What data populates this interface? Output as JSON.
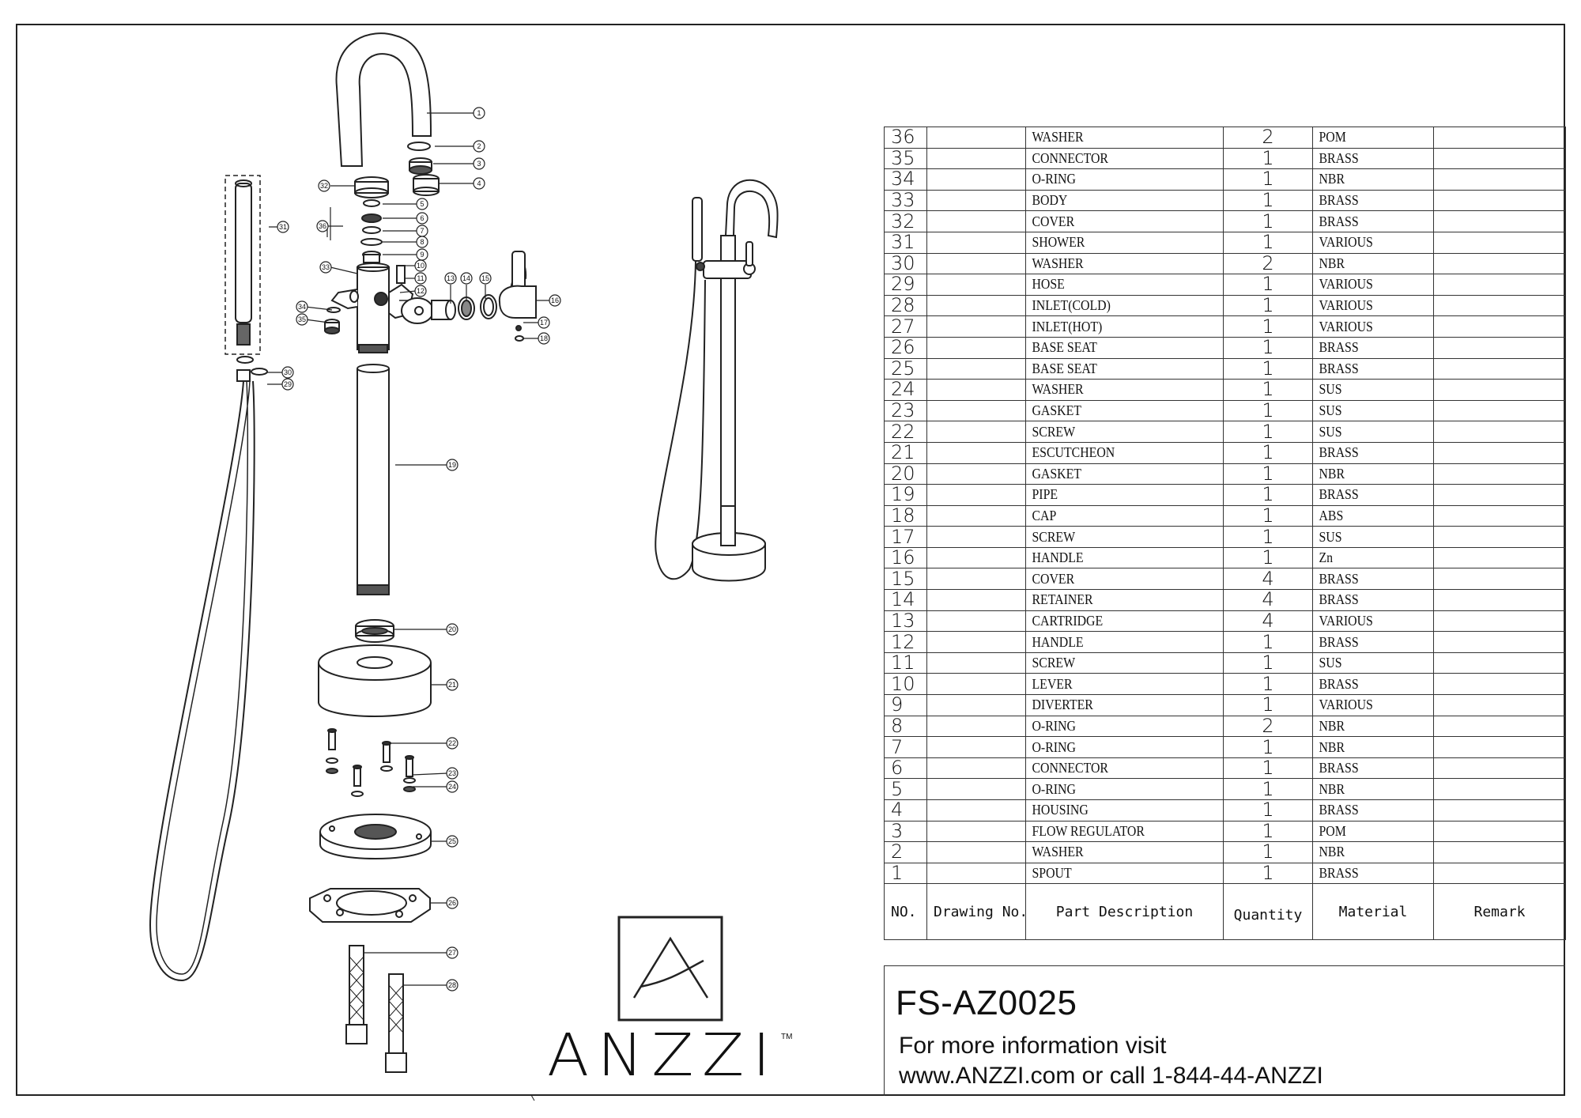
{
  "brand": {
    "name": "ANZZI",
    "trademark": "TM"
  },
  "title_block": {
    "model": "FS-AZ0025",
    "info_line1": "For more information visit",
    "info_line2": "www.ANZZI.com or call 1-844-44-ANZZI"
  },
  "table": {
    "headers": {
      "no": "NO.",
      "drawing_no": "Drawing No.",
      "part_description": "Part Description",
      "quantity": "Quantity",
      "material": "Material",
      "remark": "Remark"
    },
    "rows": [
      {
        "no": "36",
        "desc": "WASHER",
        "qty": "2",
        "material": "POM"
      },
      {
        "no": "35",
        "desc": "CONNECTOR",
        "qty": "1",
        "material": "BRASS"
      },
      {
        "no": "34",
        "desc": "O-RING",
        "qty": "1",
        "material": "NBR"
      },
      {
        "no": "33",
        "desc": "BODY",
        "qty": "1",
        "material": "BRASS"
      },
      {
        "no": "32",
        "desc": "COVER",
        "qty": "1",
        "material": "BRASS"
      },
      {
        "no": "31",
        "desc": "SHOWER",
        "qty": "1",
        "material": "VARIOUS"
      },
      {
        "no": "30",
        "desc": "WASHER",
        "qty": "2",
        "material": "NBR"
      },
      {
        "no": "29",
        "desc": "HOSE",
        "qty": "1",
        "material": "VARIOUS"
      },
      {
        "no": "28",
        "desc": "INLET(COLD)",
        "qty": "1",
        "material": "VARIOUS"
      },
      {
        "no": "27",
        "desc": "INLET(HOT)",
        "qty": "1",
        "material": "VARIOUS"
      },
      {
        "no": "26",
        "desc": "BASE SEAT",
        "qty": "1",
        "material": "BRASS"
      },
      {
        "no": "25",
        "desc": "BASE SEAT",
        "qty": "1",
        "material": "BRASS"
      },
      {
        "no": "24",
        "desc": "WASHER",
        "qty": "1",
        "material": "SUS"
      },
      {
        "no": "23",
        "desc": "GASKET",
        "qty": "1",
        "material": "SUS"
      },
      {
        "no": "22",
        "desc": "SCREW",
        "qty": "1",
        "material": "SUS"
      },
      {
        "no": "21",
        "desc": "ESCUTCHEON",
        "qty": "1",
        "material": "BRASS"
      },
      {
        "no": "20",
        "desc": "GASKET",
        "qty": "1",
        "material": "NBR"
      },
      {
        "no": "19",
        "desc": "PIPE",
        "qty": "1",
        "material": "BRASS"
      },
      {
        "no": "18",
        "desc": "CAP",
        "qty": "1",
        "material": "ABS"
      },
      {
        "no": "17",
        "desc": "SCREW",
        "qty": "1",
        "material": "SUS"
      },
      {
        "no": "16",
        "desc": "HANDLE",
        "qty": "1",
        "material": "Zn"
      },
      {
        "no": "15",
        "desc": "COVER",
        "qty": "4",
        "material": "BRASS"
      },
      {
        "no": "14",
        "desc": "RETAINER",
        "qty": "4",
        "material": "BRASS"
      },
      {
        "no": "13",
        "desc": "CARTRIDGE",
        "qty": "4",
        "material": "VARIOUS"
      },
      {
        "no": "12",
        "desc": "HANDLE",
        "qty": "1",
        "material": "BRASS"
      },
      {
        "no": "11",
        "desc": "SCREW",
        "qty": "1",
        "material": "SUS"
      },
      {
        "no": "10",
        "desc": "LEVER",
        "qty": "1",
        "material": "BRASS"
      },
      {
        "no": "9",
        "desc": "DIVERTER",
        "qty": "1",
        "material": "VARIOUS"
      },
      {
        "no": "8",
        "desc": "O-RING",
        "qty": "2",
        "material": "NBR"
      },
      {
        "no": "7",
        "desc": "O-RING",
        "qty": "1",
        "material": "NBR"
      },
      {
        "no": "6",
        "desc": "CONNECTOR",
        "qty": "1",
        "material": "BRASS"
      },
      {
        "no": "5",
        "desc": "O-RING",
        "qty": "1",
        "material": "NBR"
      },
      {
        "no": "4",
        "desc": "HOUSING",
        "qty": "1",
        "material": "BRASS"
      },
      {
        "no": "3",
        "desc": "FLOW REGULATOR",
        "qty": "1",
        "material": "POM"
      },
      {
        "no": "2",
        "desc": "WASHER",
        "qty": "1",
        "material": "NBR"
      },
      {
        "no": "1",
        "desc": "SPOUT",
        "qty": "1",
        "material": "BRASS"
      }
    ]
  },
  "callouts": [
    "1",
    "2",
    "3",
    "4",
    "5",
    "6",
    "7",
    "8",
    "9",
    "10",
    "11",
    "12",
    "13",
    "14",
    "15",
    "16",
    "17",
    "18",
    "19",
    "20",
    "21",
    "22",
    "23",
    "24",
    "25",
    "26",
    "27",
    "28",
    "29",
    "30",
    "31",
    "32",
    "33",
    "34",
    "35",
    "36"
  ]
}
